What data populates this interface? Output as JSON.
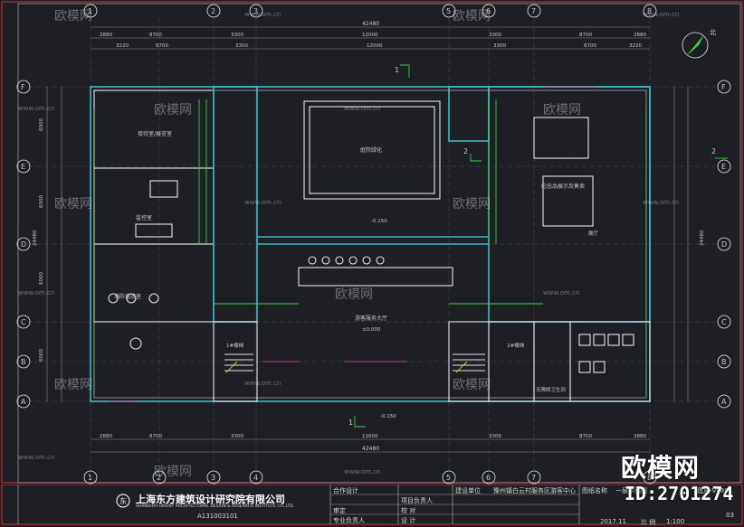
{
  "drawing": {
    "axes_top": [
      "1",
      "2",
      "3",
      "4",
      "5",
      "6",
      "7",
      "8"
    ],
    "axes_side": [
      "F",
      "E",
      "D",
      "C",
      "B",
      "A"
    ],
    "overall_dim": "42480",
    "top_dims_row1": [
      "2880",
      "8700",
      "3300",
      "12000",
      "3300",
      "8700",
      "2880"
    ],
    "top_dims_row2": [
      "3220",
      "8700",
      "3300",
      "12000",
      "3300",
      "8700",
      "3220"
    ],
    "bottom_dims": [
      "2880",
      "8700",
      "3300",
      "11600",
      "3300",
      "8700",
      "2880"
    ],
    "side_dims": [
      "6000",
      "6000",
      "6000",
      "6000"
    ],
    "side_total": "24480",
    "rooms": {
      "room_a": "接待室/展览室",
      "room_b": "监控室",
      "room_c": "消防值班室",
      "hall": "展厅",
      "courtyard": "庭院绿化",
      "exhibit_big": "纪念品展示及售卖",
      "lobby": "游客服务大厅",
      "stair_l": "1#楼梯",
      "stair_r": "2#楼梯",
      "toilet": "卫生间",
      "disabled": "无障碍卫生间"
    },
    "levels": {
      "lobby": "±0.000",
      "courtyard": "-0.150",
      "outdoor": "-0.150"
    },
    "sections": [
      "1",
      "2",
      "1"
    ],
    "north": "北"
  },
  "title_block": {
    "company_cn": "上海东方建筑设计研究院有限公司",
    "company_en": "SHANGHAI ORIENT ARCHITECTURAL DESIGN & RESEARCH INSTITUTE CO.,LTD.",
    "license": "A131003101",
    "fields_left": [
      "合作设计",
      "审定",
      "专业负责人"
    ],
    "fields_mid": [
      "项目负责人",
      "校 对",
      "设 计"
    ],
    "project_label": "建设单位",
    "project_value": "豫州镇白云村服务区游客中心",
    "drawing_label": "图纸名称",
    "drawing_value": "一层平面图",
    "date": "2017.11",
    "scale_label": "比 例",
    "scale": "1:100",
    "sheet": "03",
    "drawing_no": "建施-V086"
  },
  "watermark": {
    "brand": "欧模网",
    "url": "www.om.cn",
    "id": "ID:2701274"
  }
}
